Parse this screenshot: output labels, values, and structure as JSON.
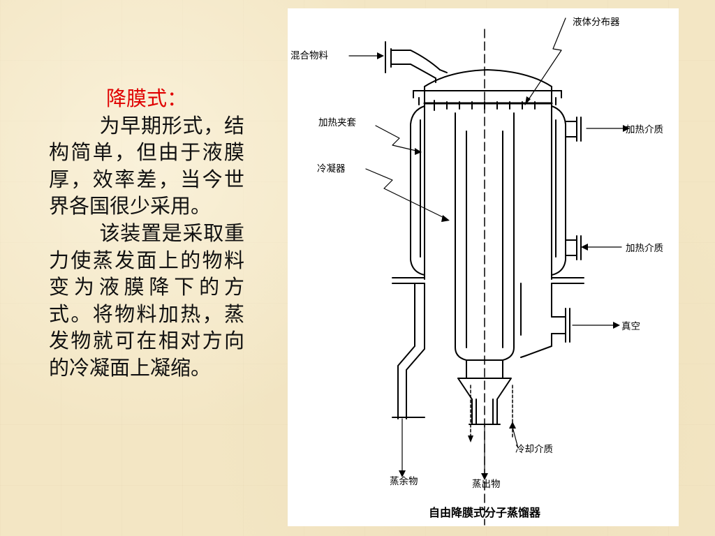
{
  "text": {
    "heading": "降膜式：",
    "para1": "为早期形式，结构简单，但由于液膜厚，效率差，当今世界各国很少采用。",
    "para2": "该装置是采取重力使蒸发面上的物料变为液膜降下的方式。将物料加热，蒸发物就可在相对方向的冷凝面上凝缩。"
  },
  "figure": {
    "caption": "自由降膜式分子蒸馏器",
    "labels": {
      "feed": "混合物料",
      "distributor": "液体分布器",
      "jacket": "加热夹套",
      "condenser": "冷凝器",
      "heat_in_top": "加热介质",
      "heat_in_bottom": "加热介质",
      "vacuum": "真空",
      "coolant": "冷却介质",
      "residue": "蒸余物",
      "distillate": "蒸出物"
    }
  }
}
